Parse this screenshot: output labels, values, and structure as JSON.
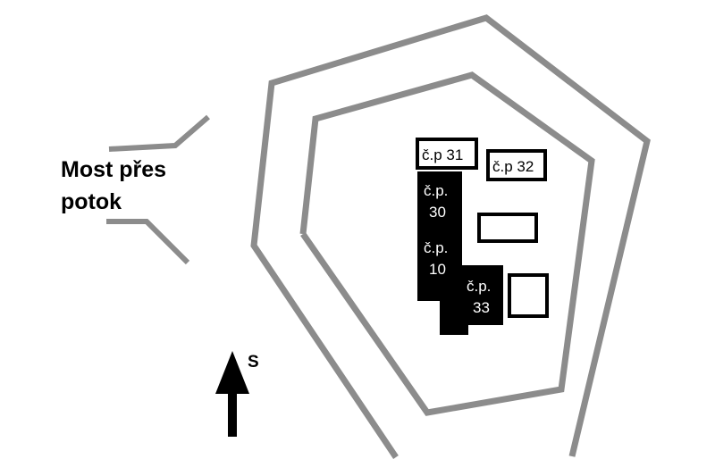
{
  "map": {
    "bridge_label_line1": "Most přes",
    "bridge_label_line2": "potok",
    "north_label": "S",
    "buildings": {
      "cp31": "č.p 31",
      "cp32": "č.p 32",
      "cp30_line1": "č.p.",
      "cp30_line2": "30",
      "cp10_line1": "č.p.",
      "cp10_line2": "10",
      "cp33_line1": "č.p.",
      "cp33_line2": "33"
    }
  }
}
